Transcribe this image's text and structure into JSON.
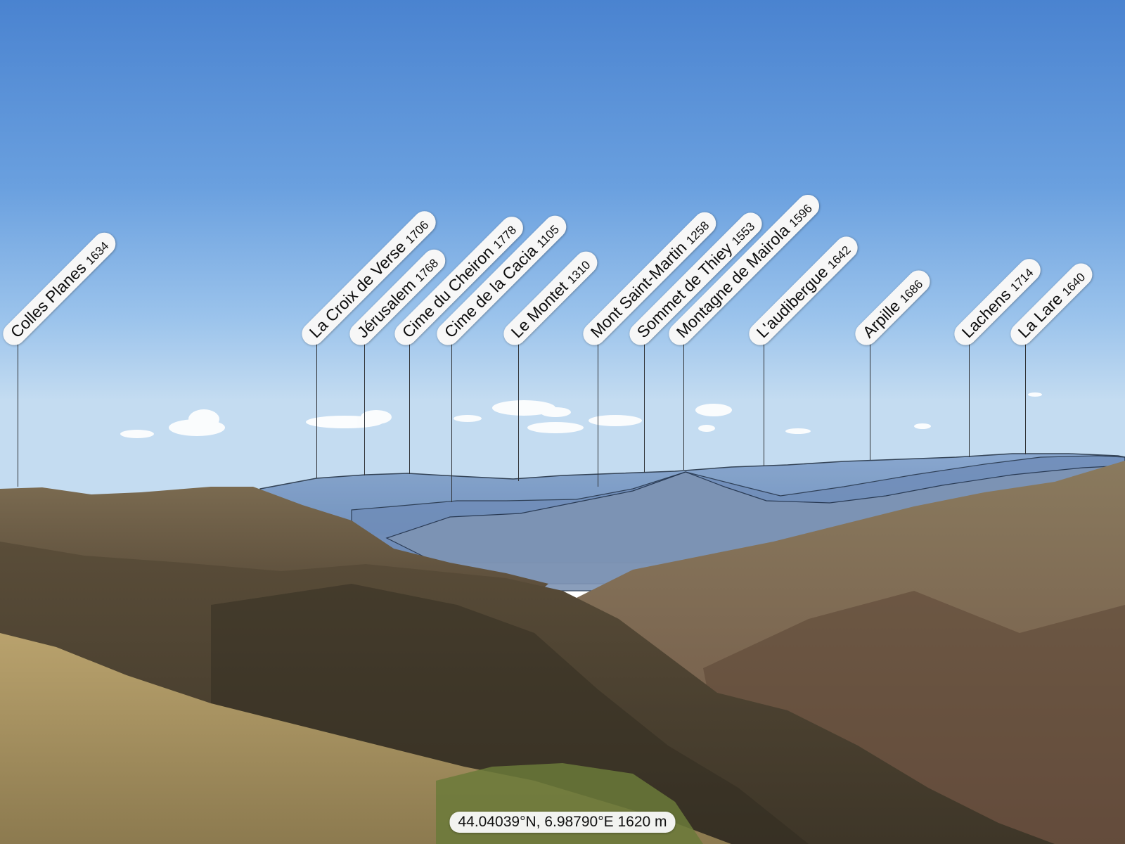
{
  "peaks": [
    {
      "name": "Colles Planes",
      "elevation": "1634"
    },
    {
      "name": "La Croix de Verse",
      "elevation": "1706"
    },
    {
      "name": "Jérusalem",
      "elevation": "1768"
    },
    {
      "name": "Cime du Cheiron",
      "elevation": "1778"
    },
    {
      "name": "Cime de la Cacia",
      "elevation": "1105"
    },
    {
      "name": "Le Montet",
      "elevation": "1310"
    },
    {
      "name": "Mont Saint-Martin",
      "elevation": "1258"
    },
    {
      "name": "Sommet de Thiey",
      "elevation": "1553"
    },
    {
      "name": "Montagne de Mairola",
      "elevation": "1596"
    },
    {
      "name": "L'audibergue",
      "elevation": "1642"
    },
    {
      "name": "Arpille",
      "elevation": "1686"
    },
    {
      "name": "Lachens",
      "elevation": "1714"
    },
    {
      "name": "La Lare",
      "elevation": "1640"
    }
  ],
  "location": {
    "text": "44.04039°N, 6.98790°E 1620 m"
  },
  "colors": {
    "sky_top": "#4f89d4",
    "sky_horizon": "#b7d6f0",
    "label_bg": "#f7f7f7",
    "overlay": "#5b7fb3"
  }
}
